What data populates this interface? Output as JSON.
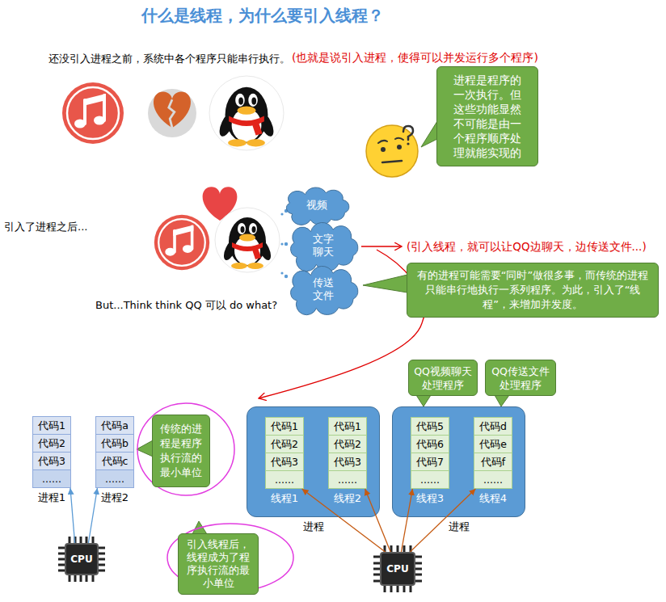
{
  "diagram": {
    "title": "什么是线程，为什么要引入线程？",
    "nodes": [
      {
        "text": [
          "进程是程序的一次执行。但这些功能显然不可能是由一个程序顺序处理就能实现的"
        ]
      },
      {
        "text": [
          "视频"
        ]
      },
      {
        "text": [
          "文字聊天"
        ]
      },
      {
        "text": [
          "传送文件"
        ]
      },
      {
        "text": [
          "有的进程可能需要“同时”做很多事，而传统的进程只能串行地执行一系列程序。为此，引入了“线程”，来增加并发度。"
        ]
      },
      {
        "text": [
          "QQ视频聊天处理程序"
        ]
      },
      {
        "text": [
          "QQ传送文件处理程序"
        ]
      },
      {
        "text": [
          "代码1",
          "代码2",
          "代码3",
          "......",
          "进程1"
        ]
      },
      {
        "text": [
          "代码a",
          "代码b",
          "代码c",
          "......",
          "进程2"
        ]
      },
      {
        "text": [
          "传统的进程是程序执行流的最小单位"
        ]
      },
      {
        "text": [
          "进程"
        ]
      },
      {
        "text": [
          "代码1",
          "代码2",
          "代码3",
          "......",
          "线程1"
        ],
        "in": 10
      },
      {
        "text": [
          "代码1",
          "代码2",
          "代码3",
          "......",
          "线程2"
        ],
        "in": 10
      },
      {
        "text": [
          "进程"
        ]
      },
      {
        "text": [
          "代码5",
          "代码6",
          "代码7",
          "......",
          "线程3"
        ],
        "in": 13
      },
      {
        "text": [
          "代码d",
          "代码e",
          "代码f",
          "......",
          "线程4"
        ],
        "in": 13
      },
      {
        "text": [
          "CPU"
        ]
      },
      {
        "text": [
          "引入线程后，线程成为了程序执行流的最小单位"
        ]
      },
      {
        "text": [
          "CPU"
        ]
      }
    ],
    "edges": [
      {
        "from": 16,
        "to": 7,
        "arrow": "to"
      },
      {
        "from": 16,
        "to": 8,
        "arrow": "to"
      },
      {
        "from": 18,
        "to": 11,
        "arrow": "to"
      },
      {
        "from": 18,
        "to": 12,
        "arrow": "to"
      },
      {
        "from": 18,
        "to": 14,
        "arrow": "to"
      },
      {
        "from": 18,
        "to": 15,
        "arrow": "to"
      }
    ],
    "labels": [
      "还没引入进程之前，系统中各个程序只能串行执行。",
      "(也就是说引入进程，使得可以并发运行多个程序)",
      "引入了进程之后...",
      "(引入线程，就可以让QQ边聊天，边传送文件...)",
      "But...Think think QQ 可以 do what?"
    ]
  }
}
